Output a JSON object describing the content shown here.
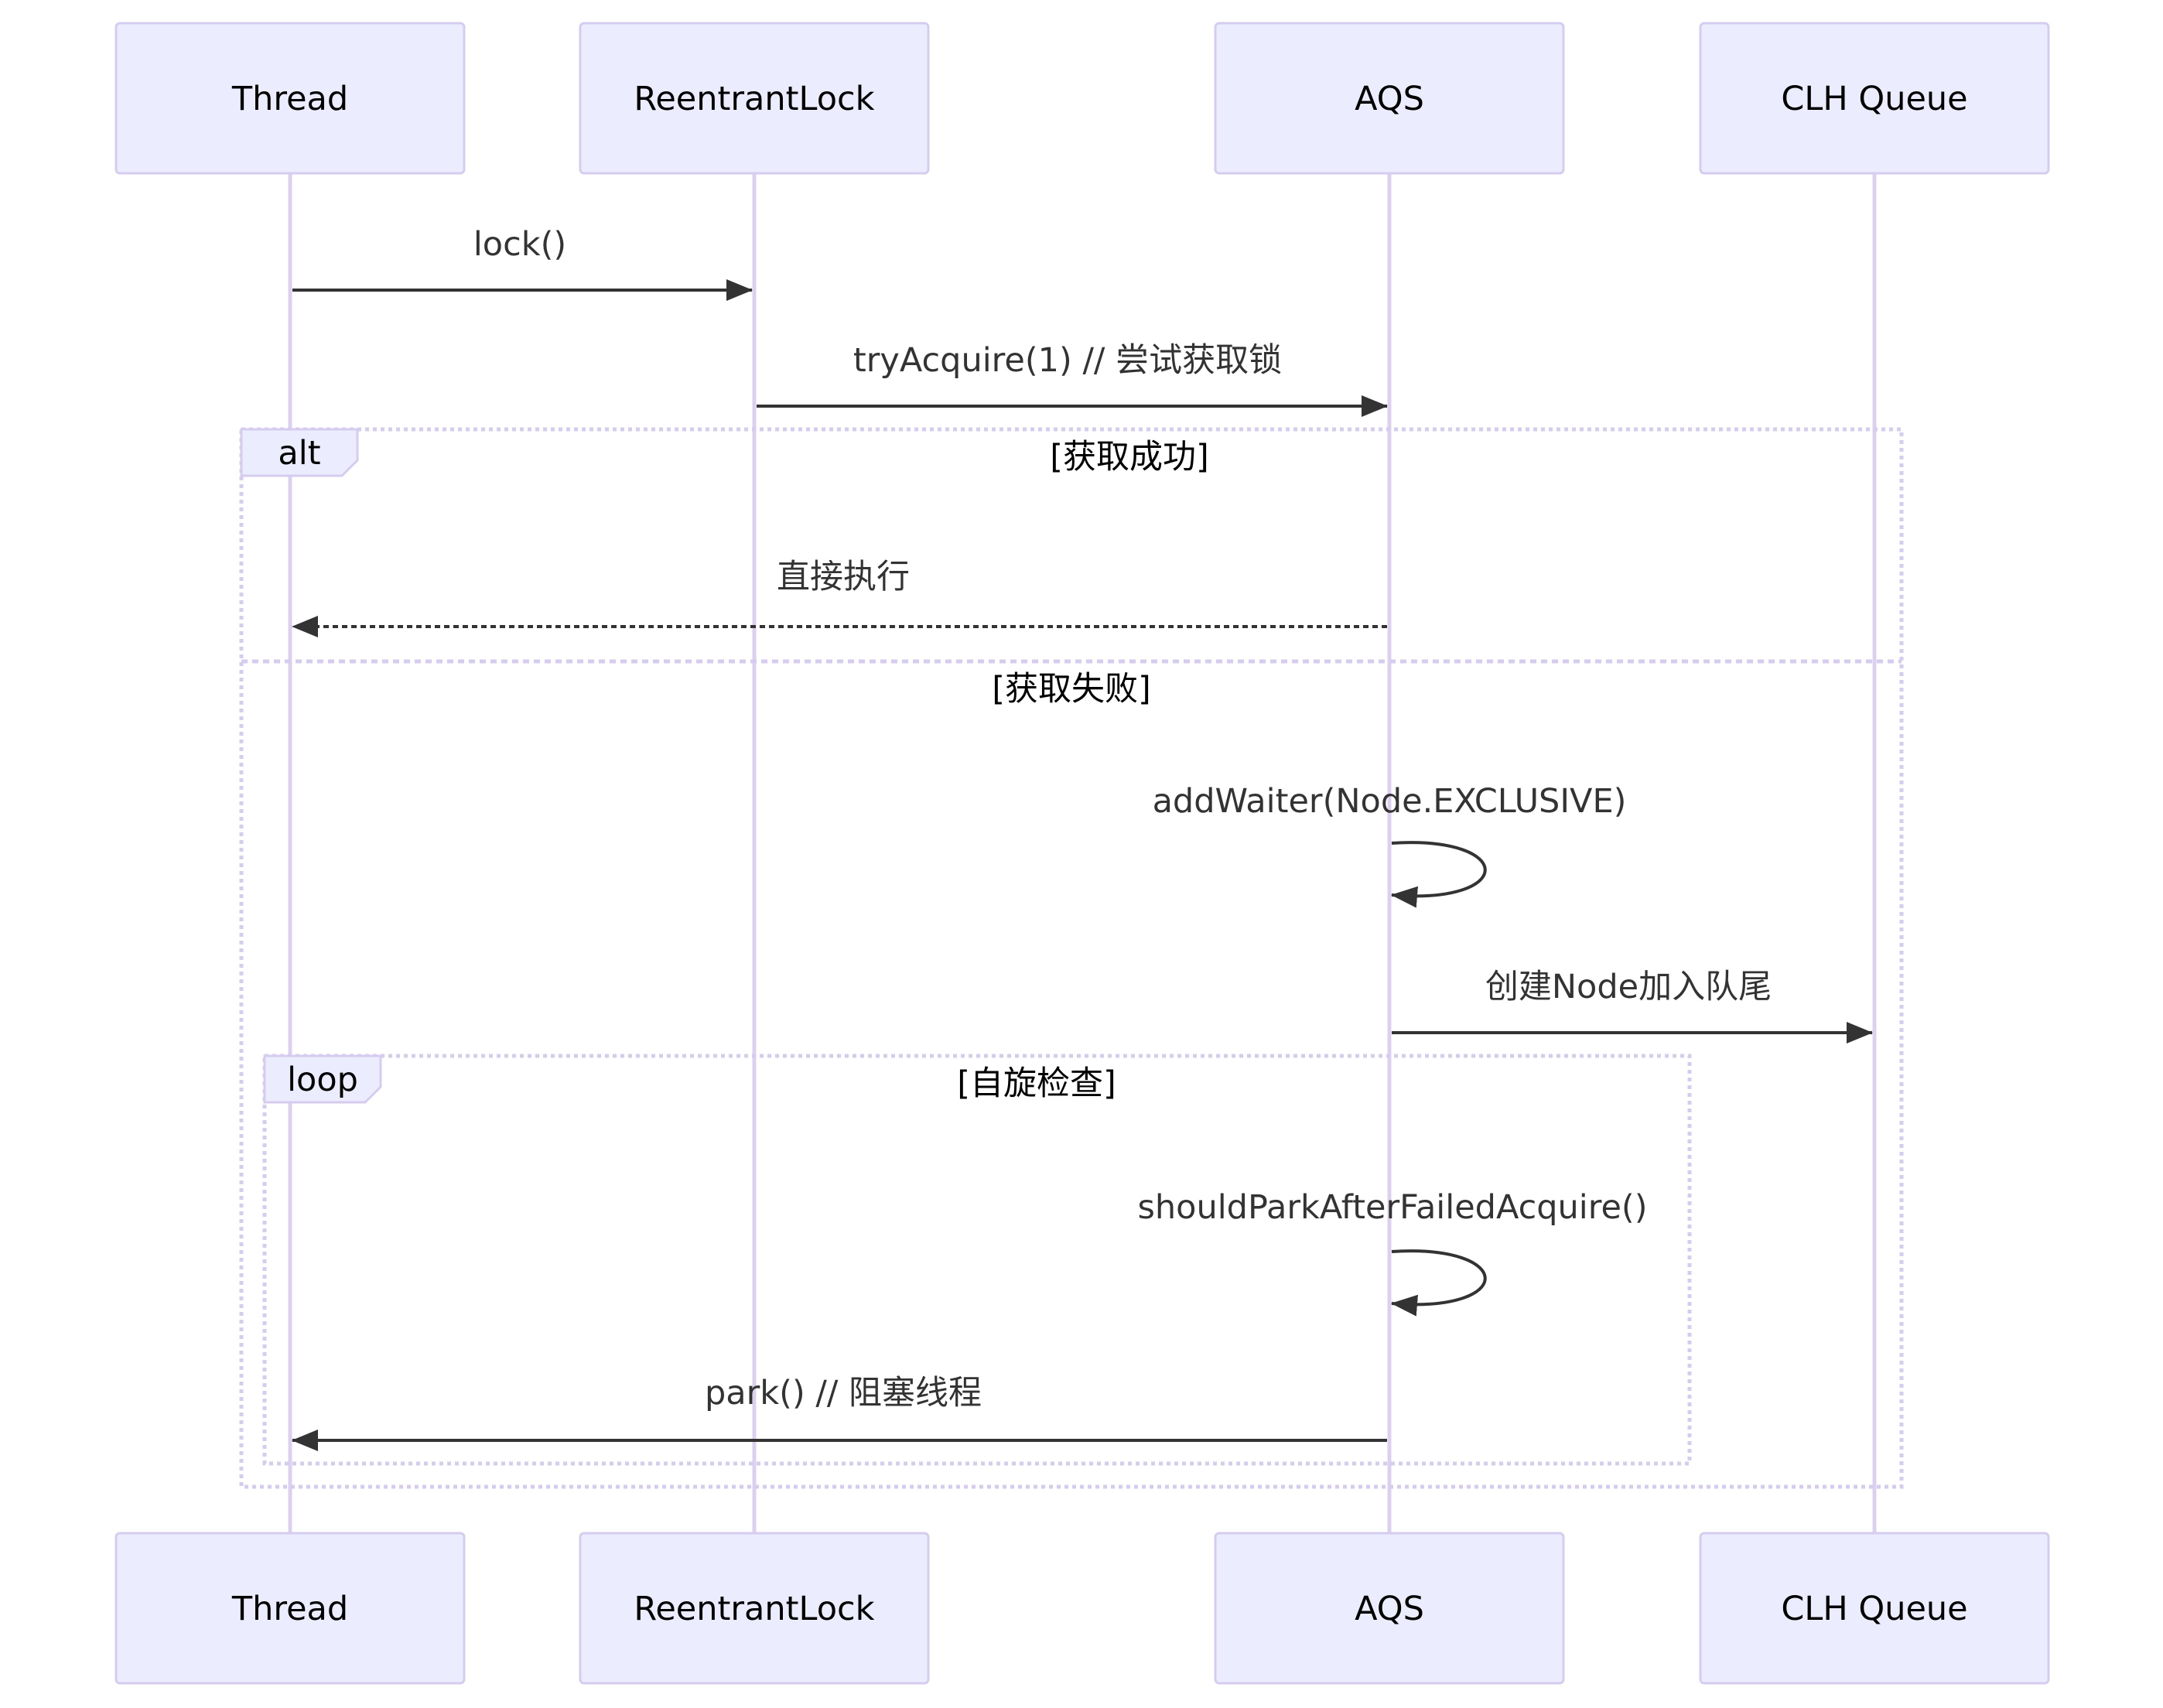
{
  "participants": [
    "Thread",
    "ReentrantLock",
    "AQS",
    "CLH Queue"
  ],
  "messages": [
    {
      "from": "Thread",
      "to": "ReentrantLock",
      "text": "lock()",
      "style": "solid"
    },
    {
      "from": "ReentrantLock",
      "to": "AQS",
      "text": "tryAcquire(1) // 尝试获取锁",
      "style": "solid"
    },
    {
      "from": "AQS",
      "to": "Thread",
      "text": "直接执行",
      "style": "dashed"
    },
    {
      "from": "AQS",
      "to": "AQS",
      "text": "addWaiter(Node.EXCLUSIVE)",
      "style": "self"
    },
    {
      "from": "AQS",
      "to": "CLH Queue",
      "text": "创建Node加入队尾",
      "style": "solid"
    },
    {
      "from": "AQS",
      "to": "AQS",
      "text": "shouldParkAfterFailedAcquire()",
      "style": "self"
    },
    {
      "from": "AQS",
      "to": "Thread",
      "text": "park() // 阻塞线程",
      "style": "solid"
    }
  ],
  "frames": {
    "alt": {
      "label": "alt",
      "condition": "[获取成功]",
      "else_condition": "[获取失败]"
    },
    "loop": {
      "label": "loop",
      "condition": "[自旋检查]"
    }
  },
  "colors": {
    "actor_fill": "#ECECFF",
    "actor_border": "#D6CCF0",
    "lifeline": "#DCD0F0",
    "arrow": "#333333",
    "frame_border": "#D6CCF0"
  }
}
